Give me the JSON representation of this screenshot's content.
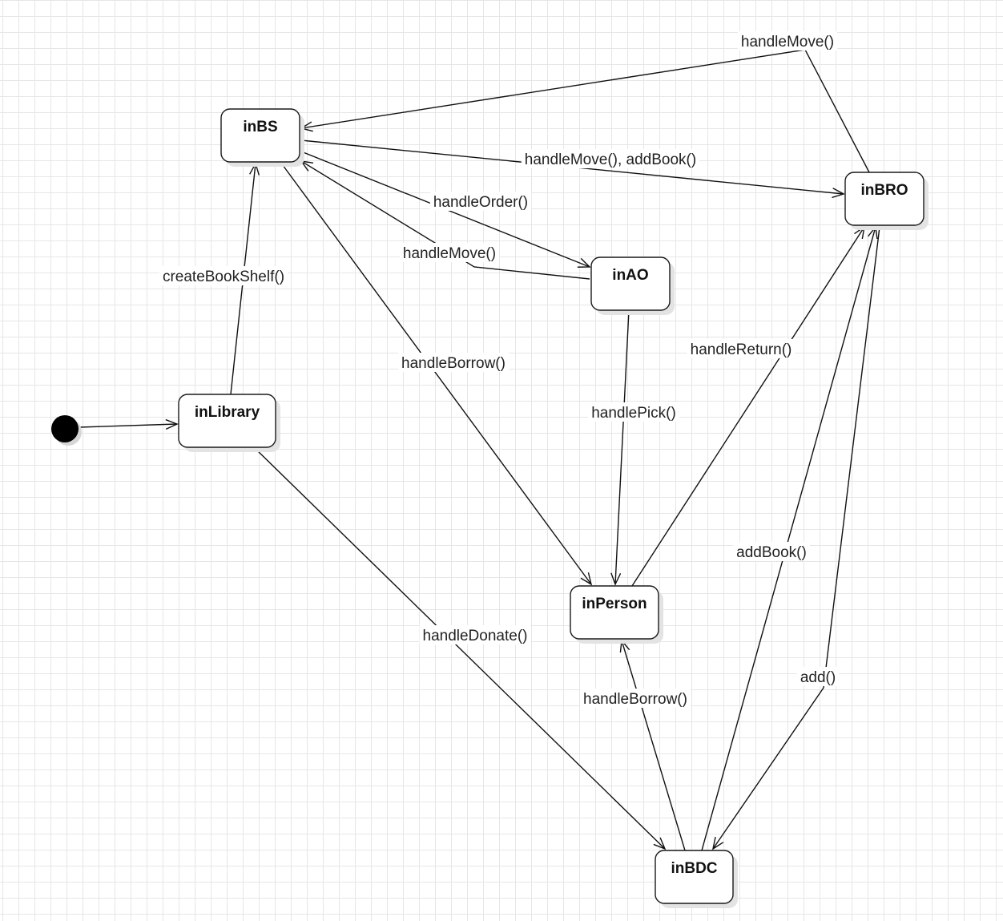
{
  "states": [
    {
      "id": "inBS",
      "name": "inBS"
    },
    {
      "id": "inBRO",
      "name": "inBRO"
    },
    {
      "id": "inAO",
      "name": "inAO"
    },
    {
      "id": "inLibrary",
      "name": "inLibrary"
    },
    {
      "id": "inPerson",
      "name": "inPerson"
    },
    {
      "id": "inBDC",
      "name": "inBDC"
    }
  ],
  "transitions": [
    {
      "id": "t-initial",
      "from": "initial",
      "to": "inLibrary",
      "label": ""
    },
    {
      "id": "t-create-bookshelf",
      "from": "inLibrary",
      "to": "inBS",
      "label": "createBookShelf()"
    },
    {
      "id": "t-handle-move-bro-bs",
      "from": "inBRO",
      "to": "inBS",
      "label": "handleMove()"
    },
    {
      "id": "t-handle-move-add-book",
      "from": "inBS",
      "to": "inBRO",
      "label": "handleMove(), addBook()"
    },
    {
      "id": "t-handle-order",
      "from": "inBS",
      "to": "inAO",
      "label": "handleOrder()"
    },
    {
      "id": "t-handle-move-ao-bs",
      "from": "inAO",
      "to": "inBS",
      "label": "handleMove()"
    },
    {
      "id": "t-handle-borrow-bs",
      "from": "inBS",
      "to": "inPerson",
      "label": "handleBorrow()"
    },
    {
      "id": "t-handle-pick",
      "from": "inAO",
      "to": "inPerson",
      "label": "handlePick()"
    },
    {
      "id": "t-handle-return",
      "from": "inPerson",
      "to": "inBRO",
      "label": "handleReturn()"
    },
    {
      "id": "t-add-book",
      "from": "inBDC",
      "to": "inBRO",
      "label": "addBook()"
    },
    {
      "id": "t-add",
      "from": "inBRO",
      "to": "inBDC",
      "label": "add()"
    },
    {
      "id": "t-handle-donate",
      "from": "inLibrary",
      "to": "inBDC",
      "label": "handleDonate()"
    },
    {
      "id": "t-handle-borrow-bdc",
      "from": "inBDC",
      "to": "inPerson",
      "label": "handleBorrow()"
    }
  ]
}
